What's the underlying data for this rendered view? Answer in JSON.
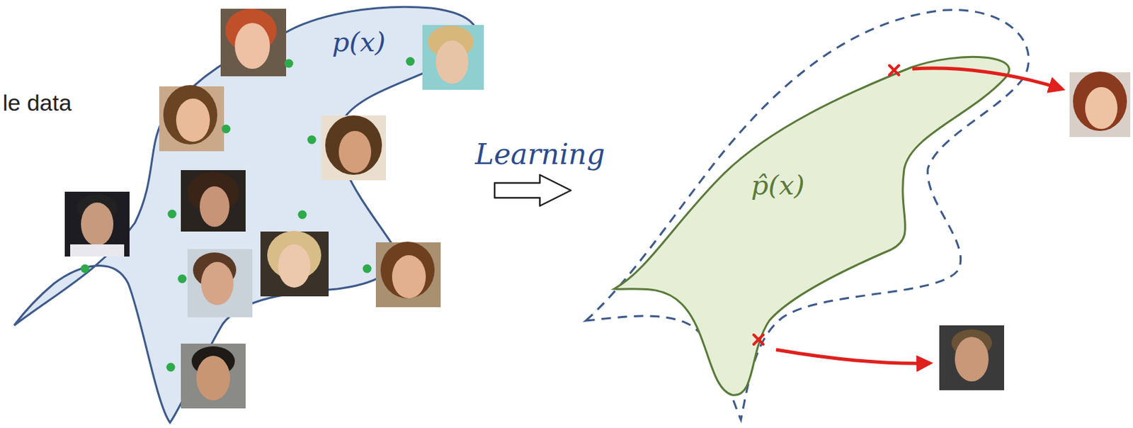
{
  "diagram": {
    "nodes": [
      {
        "text": [
          "p(x)"
        ]
      },
      {
        "text": [
          "p̂(x)"
        ]
      }
    ],
    "labels": [
      "le data",
      "Learning"
    ]
  }
}
